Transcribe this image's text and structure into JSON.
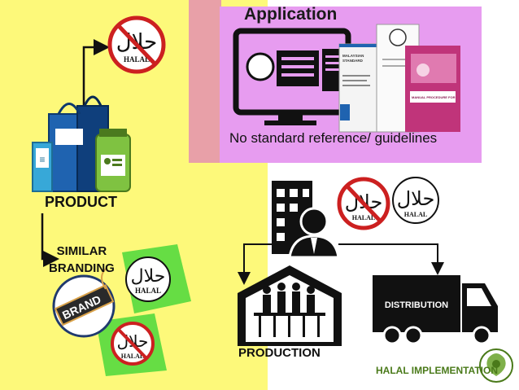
{
  "application_title": "Application",
  "no_standard_text": "No standard reference/ guidelines",
  "product_label": "PRODUCT",
  "similar_branding_line1": "SIMILAR",
  "similar_branding_line2": "BRANDING",
  "brand_tag_text": "BRAND",
  "production_label": "PRODUCTION",
  "distribution_label": "DISTRIBUTION",
  "halal_implementation_label": "HALAL IMPLEMENTATION",
  "halal_logo_arabic": "حلال",
  "halal_logo_text": "HALAL",
  "doc1_lines": [
    "MALAYSIAN",
    "STANDARD"
  ],
  "doc2_title": "MANUAL PROCEDURE FOR",
  "colors": {
    "yellow_panel": "#fdf97a",
    "purple_panel": "#e79cf0",
    "green_tag": "#66dd44",
    "prohibition_red": "#cc2020",
    "bag_blue": "#1f63b0"
  }
}
